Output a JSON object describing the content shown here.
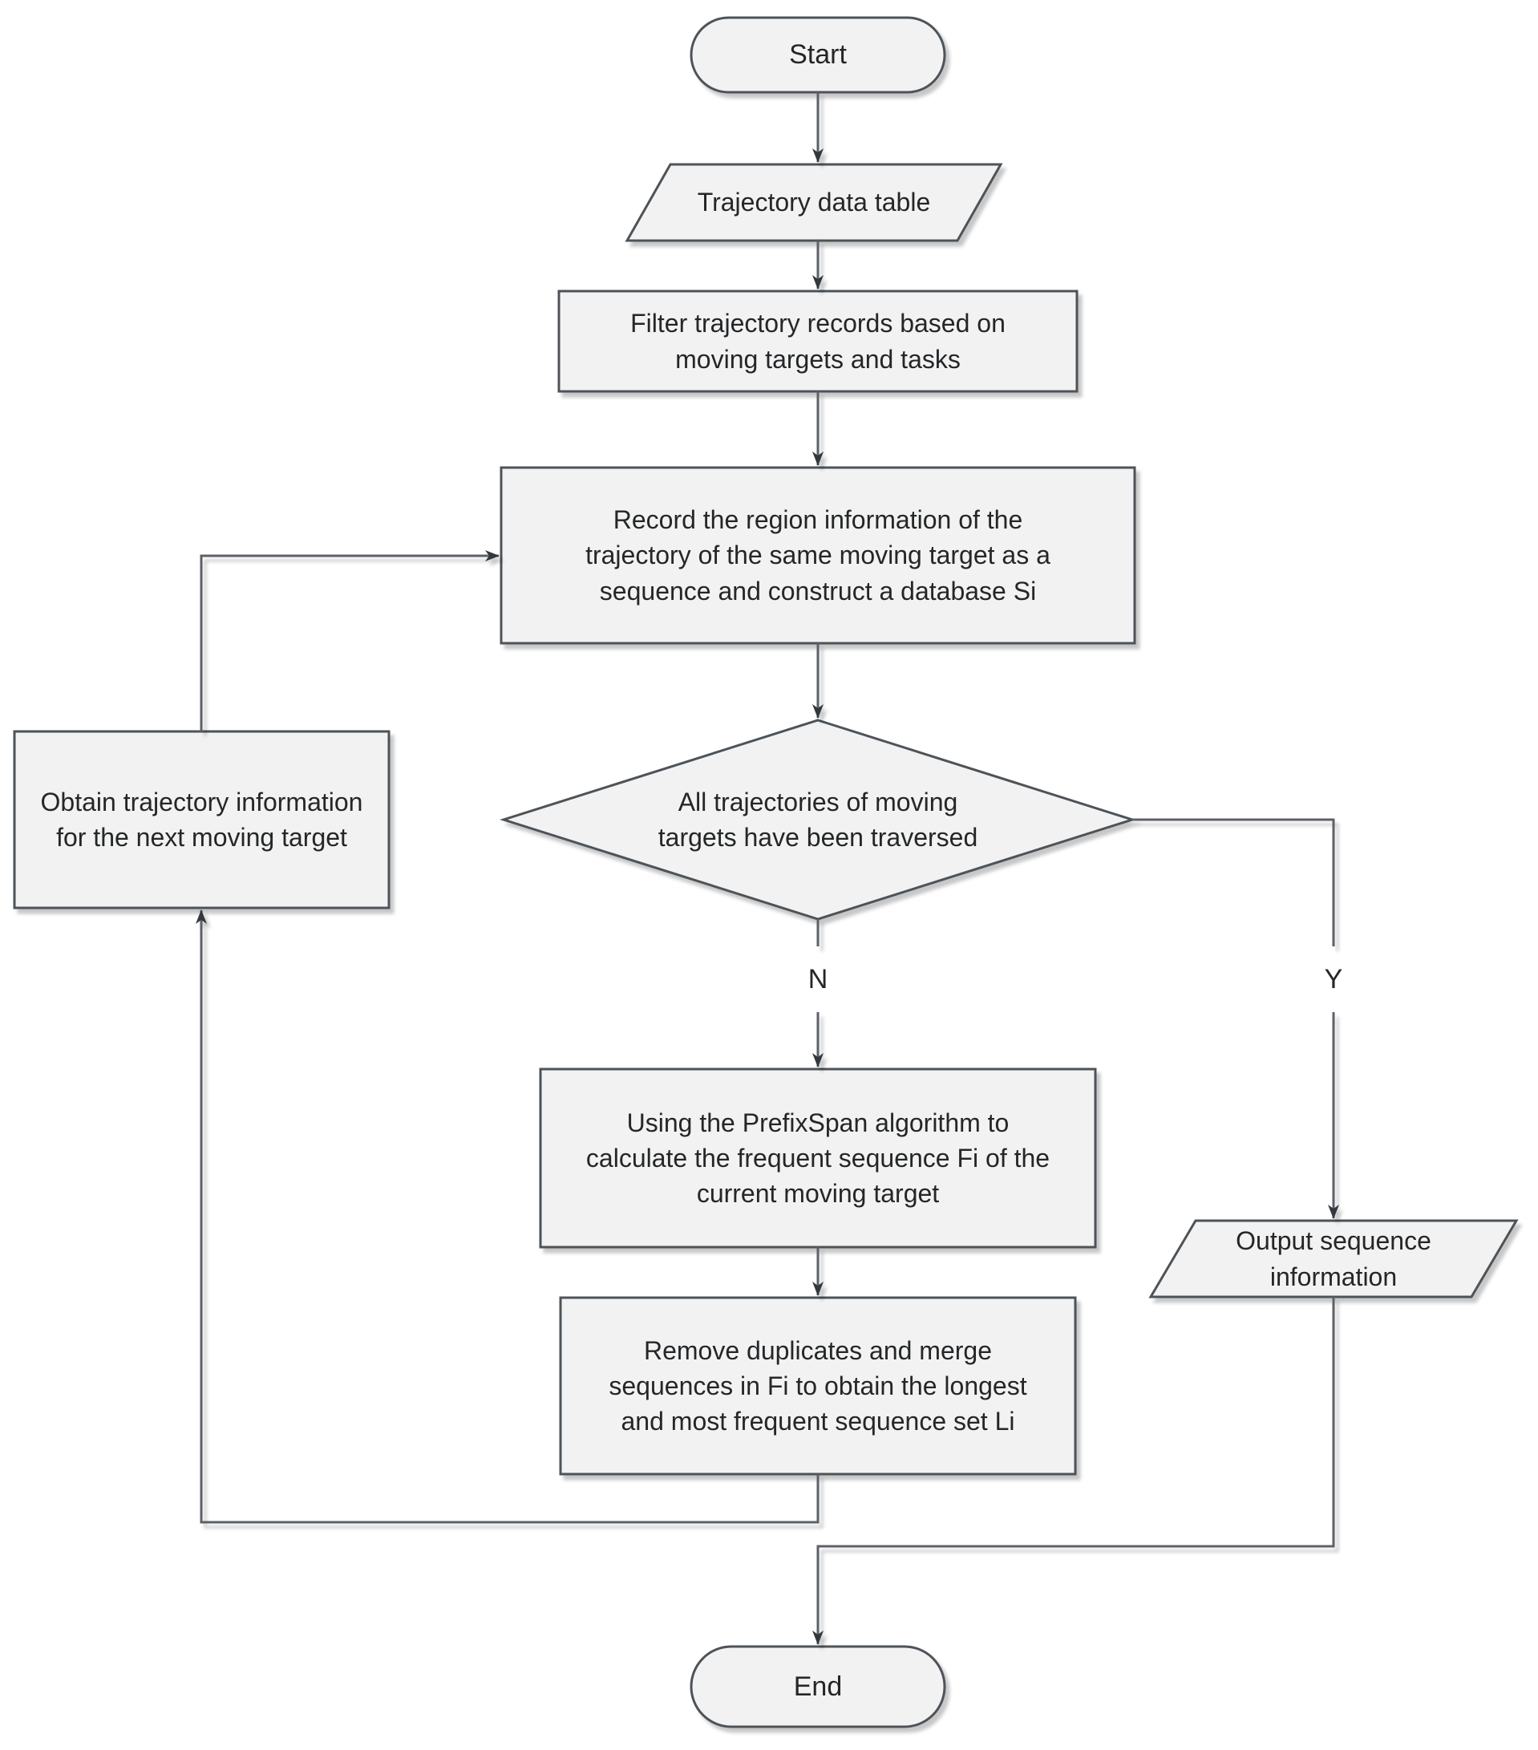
{
  "diagram": {
    "background_color": "#ffffff",
    "shape_fill": "#f2f2f2",
    "shape_border_color": "#4d5359",
    "edge_color": "#5b6168",
    "text_color": "#242628",
    "type": "flowchart"
  },
  "nodes": {
    "start": {
      "type": "terminator",
      "label": "Start"
    },
    "trajectory_table": {
      "type": "data",
      "label": "Trajectory data table"
    },
    "filter": {
      "type": "process",
      "label": "Filter trajectory records based on\nmoving targets and tasks"
    },
    "record": {
      "type": "process",
      "label": "Record the region information of the\ntrajectory of the same moving target as a\nsequence and construct a database Si"
    },
    "traversed_decision": {
      "type": "decision",
      "label": "All trajectories of moving\ntargets have been traversed"
    },
    "obtain_next": {
      "type": "process",
      "label": "Obtain trajectory information\nfor the next moving target"
    },
    "prefixspan": {
      "type": "process",
      "label": "Using the PrefixSpan algorithm to\ncalculate the frequent sequence Fi of the\ncurrent moving target"
    },
    "remove_duplicates": {
      "type": "process",
      "label": "Remove duplicates and merge\nsequences in Fi to obtain the longest\nand most frequent sequence set Li"
    },
    "output": {
      "type": "data",
      "label": "Output sequence\ninformation"
    },
    "end": {
      "type": "terminator",
      "label": "End"
    }
  },
  "edge_labels": {
    "no": "N",
    "yes": "Y"
  }
}
